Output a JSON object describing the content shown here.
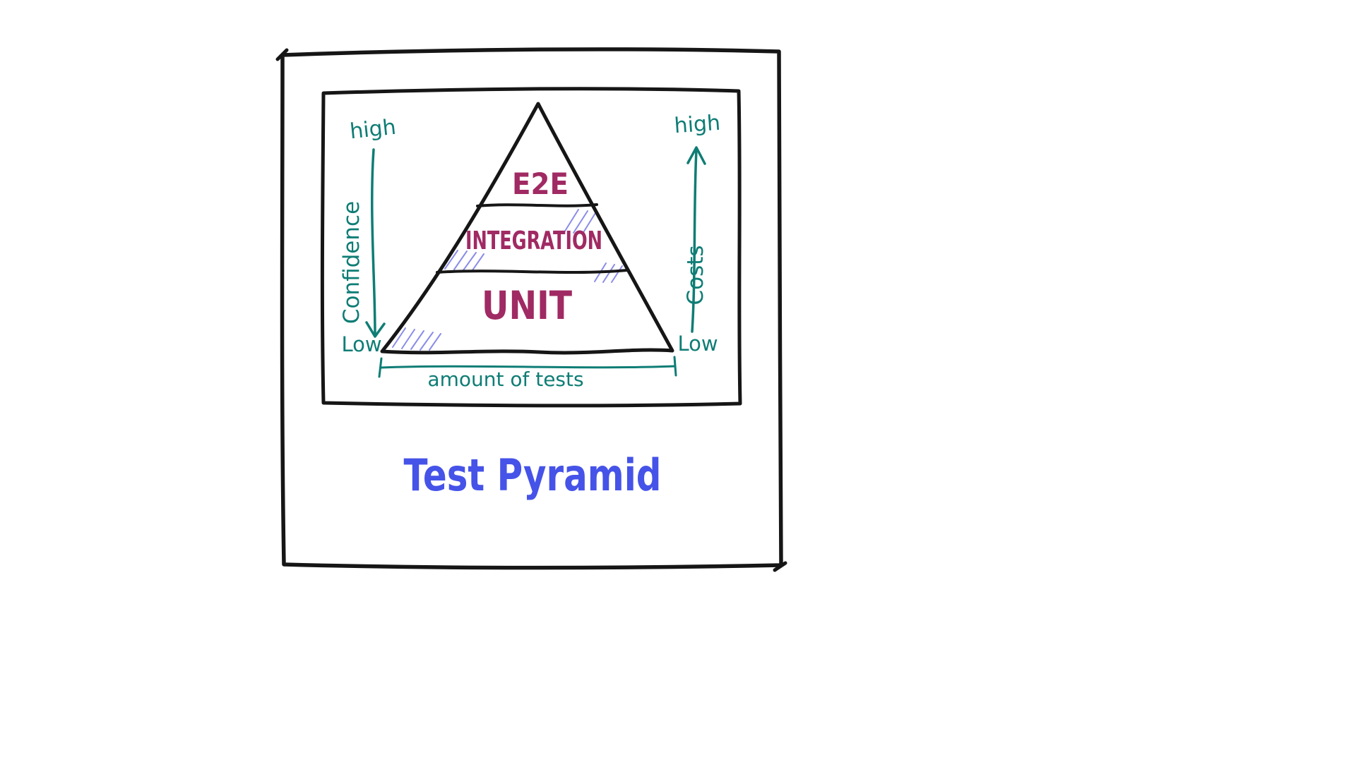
{
  "diagram": {
    "title": "Test Pyramid",
    "pyramid": {
      "layers": [
        {
          "label": "E2E"
        },
        {
          "label": "INTEGRATION"
        },
        {
          "label": "UNIT"
        }
      ]
    },
    "left_axis": {
      "label": "Confidence",
      "top": "high",
      "bottom": "Low"
    },
    "right_axis": {
      "label": "Costs",
      "top": "high",
      "bottom": "Low"
    },
    "bottom_axis": {
      "label": "amount of tests"
    },
    "colors": {
      "ink": "#161616",
      "teal": "#0e7d75",
      "maroon": "#a02a63",
      "blue": "#4553e8",
      "hatch": "#6366e0"
    }
  }
}
